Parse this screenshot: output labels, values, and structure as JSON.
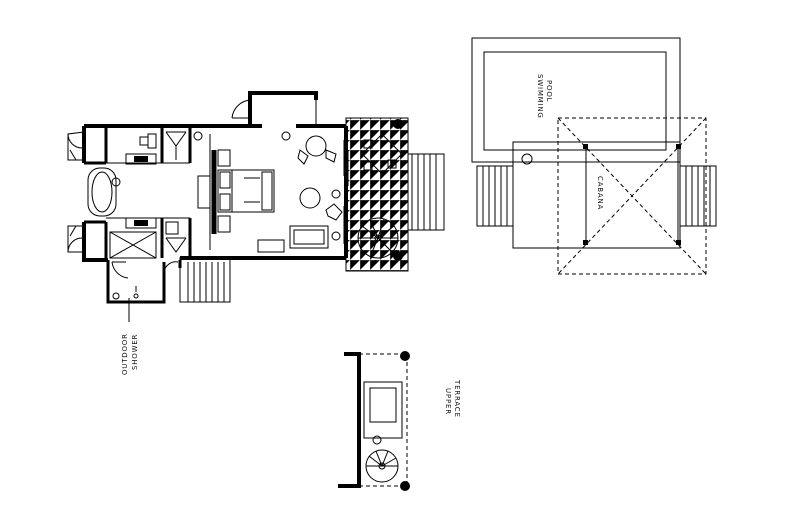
{
  "labels": {
    "swimming_pool": [
      "SWIMMING",
      "POOL"
    ],
    "cabana": "CABANA",
    "outdoor_shower": [
      "OUTDOOR",
      "SHOWER"
    ],
    "upper_terrace": [
      "UPPER",
      "TERRACE"
    ]
  },
  "colors": {
    "ink": "#000000",
    "grid": "#9a9a9a",
    "background": "#ffffff"
  }
}
